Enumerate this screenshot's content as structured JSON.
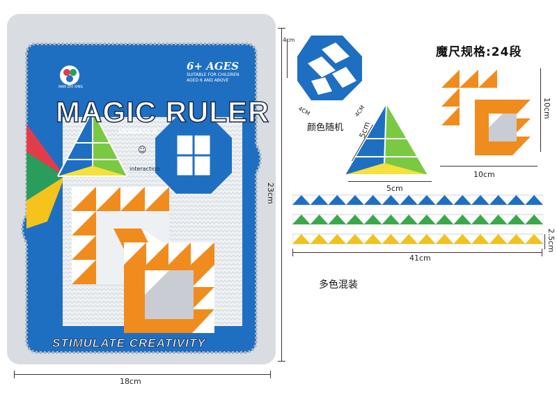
{
  "package": {
    "brand_name": "NAN ZHI XING",
    "age_badge": "6+ AGES",
    "age_note_1": "SUITABLE FOR CHILDREN",
    "age_note_2": "AGED 6 AND ABOVE",
    "title": "MAGIC RULER",
    "subtitle": "VERSATILE",
    "interaction_label": "interaction",
    "footer_banner": "STIMULATE CREATIVITY",
    "width_label": "18cm",
    "height_label": "23cm",
    "colors": {
      "blue": "#1e6fc2",
      "orange": "#f08c1e",
      "white": "#ffffff",
      "green": "#7ac943",
      "yellow": "#f5e03c"
    }
  },
  "spec": {
    "title": "魔尺规格:24段",
    "random_color_note": "颜色随机",
    "mixed_color_note": "多色混装",
    "ball": {
      "height_label": "4cm",
      "left_label": "4CM",
      "right_label": "4CM"
    },
    "pyramid": {
      "side_label": "5cm",
      "base_label": "5cm"
    },
    "square": {
      "side_label": "10cm",
      "base_label": "10cm"
    },
    "strips": {
      "length_label": "41cm",
      "height_label": "2.5cm",
      "colors": [
        "#1e6fc2",
        "#3aa84a",
        "#f2c21c"
      ]
    }
  }
}
